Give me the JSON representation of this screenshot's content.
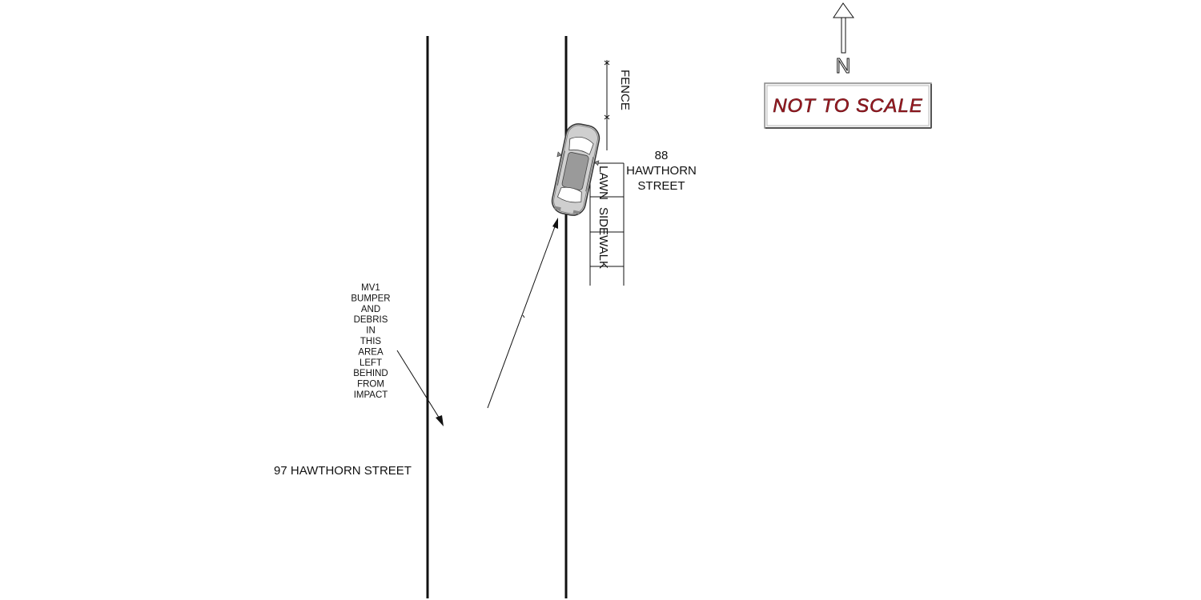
{
  "labels": {
    "address_east_number": "88",
    "address_east_street": "HAWTHORN",
    "address_east_suffix": "STREET",
    "address_west": "97 HAWTHORN STREET",
    "fence": "FENCE",
    "sidewalk": "SIDEWALK",
    "lawn": "LAWN",
    "north": "N",
    "not_to_scale": "NOT TO SCALE",
    "debris_note": [
      "MV1",
      "BUMPER",
      "AND",
      "DEBRIS",
      "IN",
      "THIS",
      "AREA",
      "LEFT",
      "BEHIND",
      "FROM",
      "IMPACT"
    ]
  },
  "colors": {
    "line": "#111111",
    "sign_text": "#9e1b23",
    "car_body": "#c8c8c8",
    "car_outline": "#333333"
  },
  "icons": {
    "north_arrow": "north-arrow-icon",
    "vehicle": "car-icon"
  }
}
